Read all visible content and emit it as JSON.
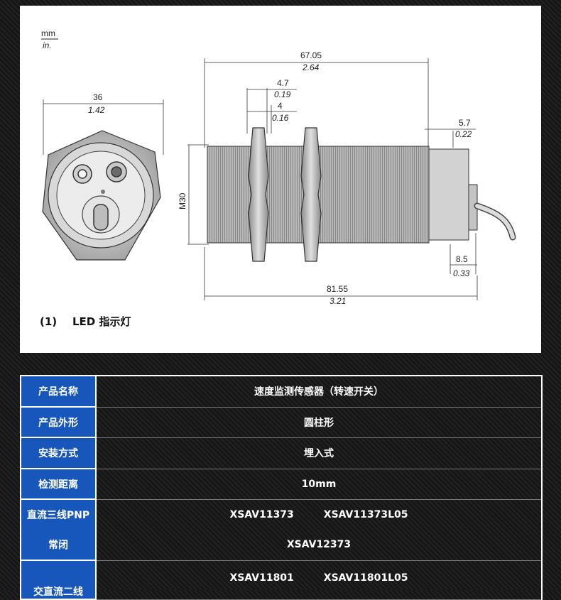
{
  "drawing": {
    "units_mm": "mm",
    "units_in": "in.",
    "dim_36": "36",
    "dim_142": "1.42",
    "dim_6705": "67.05",
    "dim_264": "2.64",
    "dim_47": "4.7",
    "dim_019": "0.19",
    "dim_4": "4",
    "dim_016": "0.16",
    "dim_57": "5.7",
    "dim_022": "0.22",
    "dim_m30": "M30",
    "dim_85": "8.5",
    "dim_033": "0.33",
    "dim_8155": "81.55",
    "dim_321": "3.21",
    "note_number": "(1)",
    "note_text": "LED 指示灯"
  },
  "specs": {
    "rows": [
      {
        "label": "产品名称",
        "value": "速度监测传感器（转速开关）"
      },
      {
        "label": "产品外形",
        "value": "圆柱形"
      },
      {
        "label": "安装方式",
        "value": "埋入式"
      },
      {
        "label": "检测距离",
        "value": "10mm"
      }
    ],
    "pnp": {
      "label_line1": "直流三线PNP",
      "label_line2": "常闭",
      "models": [
        "XSAV11373",
        "XSAV11373L05",
        "XSAV12373"
      ]
    },
    "ac": {
      "label": "交直流二线",
      "models": [
        "XSAV11801",
        "XSAV11801L05"
      ]
    }
  }
}
